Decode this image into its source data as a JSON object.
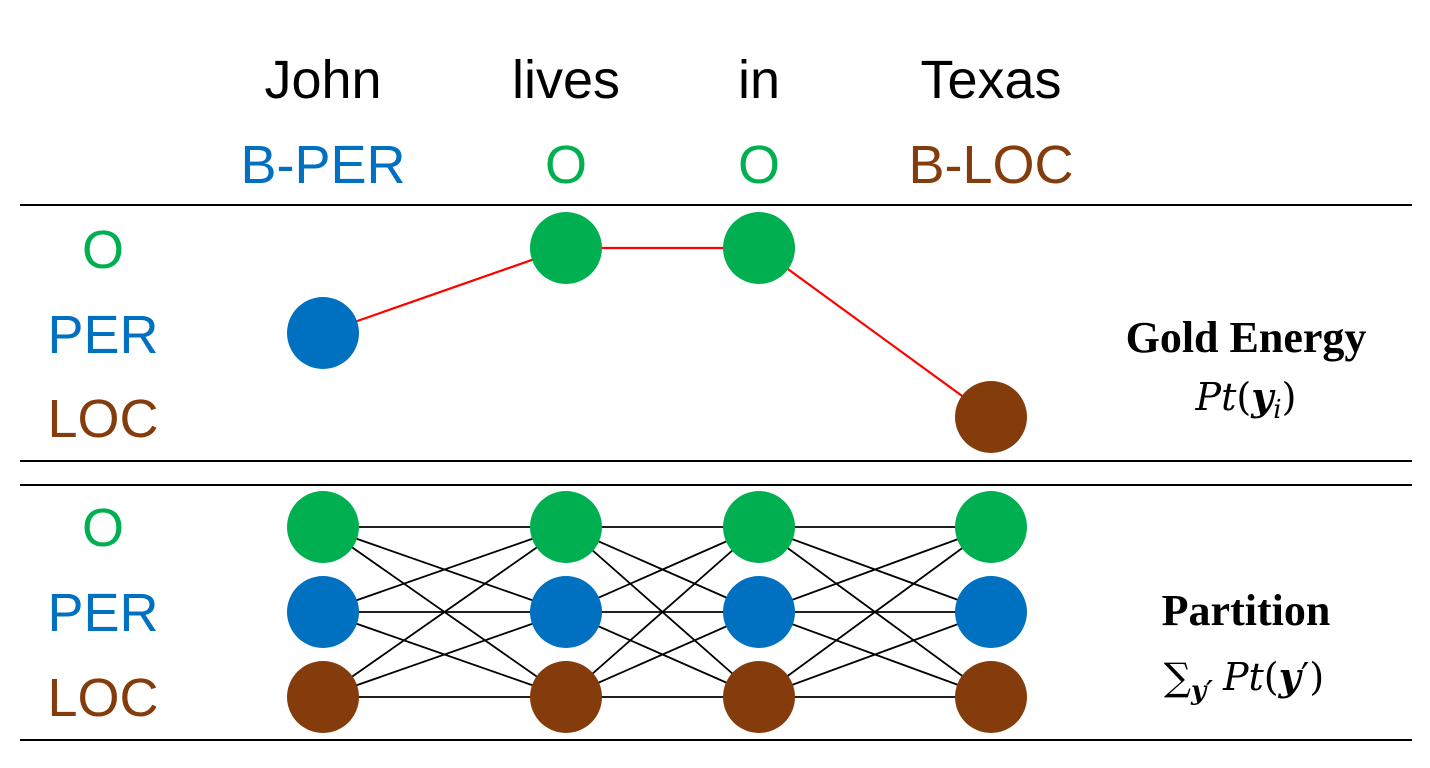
{
  "colors": {
    "O": "#00b050",
    "PER": "#0070c0",
    "LOC": "#843c0c",
    "gold_path": "#ff0000",
    "partition_edges": "#000000",
    "rules": "#000000"
  },
  "sentence": [
    {
      "word": "John",
      "tag": "B-PER",
      "tag_class": "PER"
    },
    {
      "word": "lives",
      "tag": "O",
      "tag_class": "O"
    },
    {
      "word": "in",
      "tag": "O",
      "tag_class": "O"
    },
    {
      "word": "Texas",
      "tag": "B-LOC",
      "tag_class": "LOC"
    }
  ],
  "labels": [
    "O",
    "PER",
    "LOC"
  ],
  "gold_panel": {
    "title": "Gold Energy",
    "formula": {
      "main": "Pt",
      "open": "(",
      "var": "y",
      "sub": "i",
      "close": ")"
    },
    "path": [
      "PER",
      "O",
      "O",
      "LOC"
    ]
  },
  "partition_panel": {
    "title": "Partition",
    "formula": {
      "sum": "∑",
      "sum_sub": "y′",
      "main": "Pt",
      "open": "(",
      "var": "y",
      "prime": "′",
      "close": ")"
    }
  }
}
